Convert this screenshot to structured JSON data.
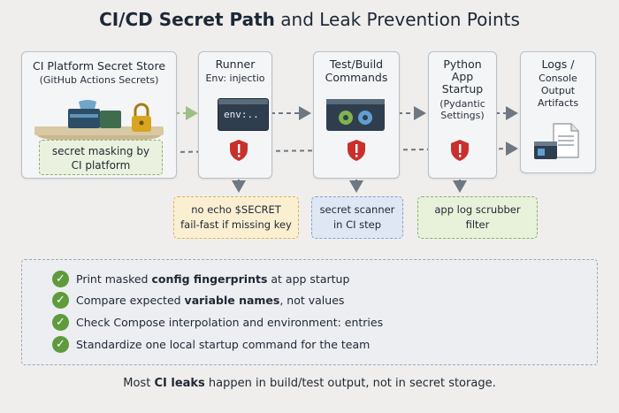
{
  "title": {
    "bold": "CI/CD Secret Path",
    "rest": " and Leak Prevention Points"
  },
  "nodes": {
    "secret_store": {
      "line1": "CI Platform Secret Store",
      "line2": "(GitHub Actions Secrets)"
    },
    "runner": {
      "line1": "Runner",
      "line2": "Env: injectio"
    },
    "test_build": {
      "line1": "Test/Build",
      "line2": "Commands"
    },
    "python_app": {
      "line1": "Python",
      "line2": "App",
      "line3": "Startup",
      "sub1": "(Pydantic",
      "sub2": "Settings)"
    },
    "logs": {
      "line1": "Logs /",
      "line2": "Console",
      "line3": "Output",
      "line4": "Artifacts"
    }
  },
  "terminal_text": "env:..",
  "masking": {
    "line1": "secret masking by",
    "line2": "CI platform"
  },
  "callouts": {
    "no_echo": {
      "line1": "no echo $SECRET",
      "line2": "fail-fast if missing key"
    },
    "scanner": {
      "line1": "secret scanner",
      "line2": "in CI step"
    },
    "scrubber": {
      "line1": "app log scrubber",
      "line2": "filter"
    }
  },
  "checklist": [
    {
      "pre": "Print masked ",
      "bold": "config fingerprints",
      "post": " at app startup"
    },
    {
      "pre": "Compare expected ",
      "bold": "variable names",
      "post": ", not values"
    },
    {
      "pre": "Check Compose interpolation and environment: entries",
      "bold": "",
      "post": ""
    },
    {
      "pre": "Standardize one local startup command for the team",
      "bold": "",
      "post": ""
    }
  ],
  "footer": {
    "pre": "Most ",
    "bold": "CI leaks",
    "post": " happen in build/test output, not in secret storage."
  },
  "colors": {
    "accent_red": "#c9302c",
    "check_green": "#5f9a3c",
    "no_echo_fill": "#fbefd2",
    "scanner_fill": "#dfe7f4",
    "scrubber_fill": "#e8f1d9"
  }
}
